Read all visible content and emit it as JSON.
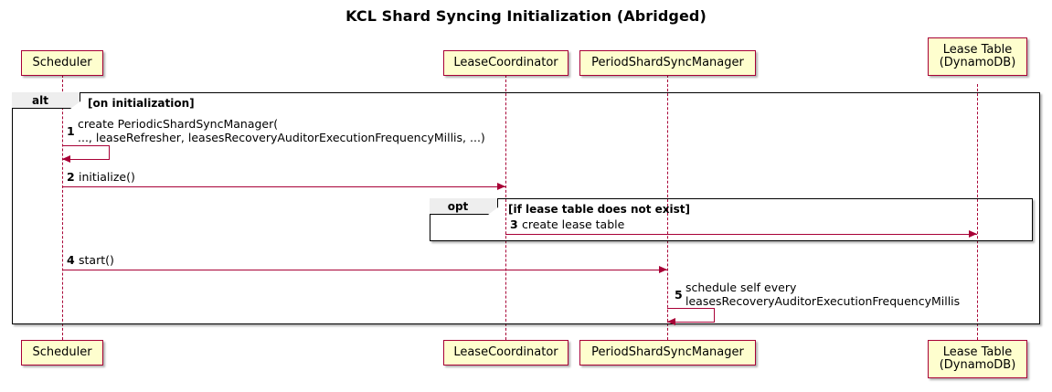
{
  "diagram": {
    "title": "KCL Shard Syncing Initialization (Abridged)",
    "type": "sequence-diagram"
  },
  "participants": [
    {
      "id": "scheduler",
      "label": "Scheduler"
    },
    {
      "id": "leasecoord",
      "label": "LeaseCoordinator"
    },
    {
      "id": "psm",
      "label": "PeriodShardSyncManager"
    },
    {
      "id": "leasetable",
      "label": "Lease Table\n(DynamoDB)"
    }
  ],
  "frames": [
    {
      "id": "alt",
      "keyword": "alt",
      "label": "[on initialization]"
    },
    {
      "id": "opt",
      "keyword": "opt",
      "label": "[if lease table does not exist]"
    }
  ],
  "messages": [
    {
      "number": "1",
      "text": "create PeriodicShardSyncManager(\n   ..., leaseRefresher, leasesRecoveryAuditorExecutionFrequencyMillis, ...)",
      "from": "scheduler",
      "to": "scheduler",
      "kind": "self"
    },
    {
      "number": "2",
      "text": "initialize()",
      "from": "scheduler",
      "to": "leasecoord",
      "kind": "call"
    },
    {
      "number": "3",
      "text": "create lease table",
      "from": "leasecoord",
      "to": "leasetable",
      "kind": "call"
    },
    {
      "number": "4",
      "text": "start()",
      "from": "scheduler",
      "to": "psm",
      "kind": "call"
    },
    {
      "number": "5",
      "text": "schedule self every\n   leasesRecoveryAuditorExecutionFrequencyMillis",
      "from": "psm",
      "to": "psm",
      "kind": "self"
    }
  ],
  "colors": {
    "participant_fill": "#FEFECE",
    "participant_border": "#A80036",
    "arrow": "#A80036",
    "frame_border": "#000000",
    "frame_tab_fill": "#EEEEEE",
    "background": "#FFFFFF"
  }
}
